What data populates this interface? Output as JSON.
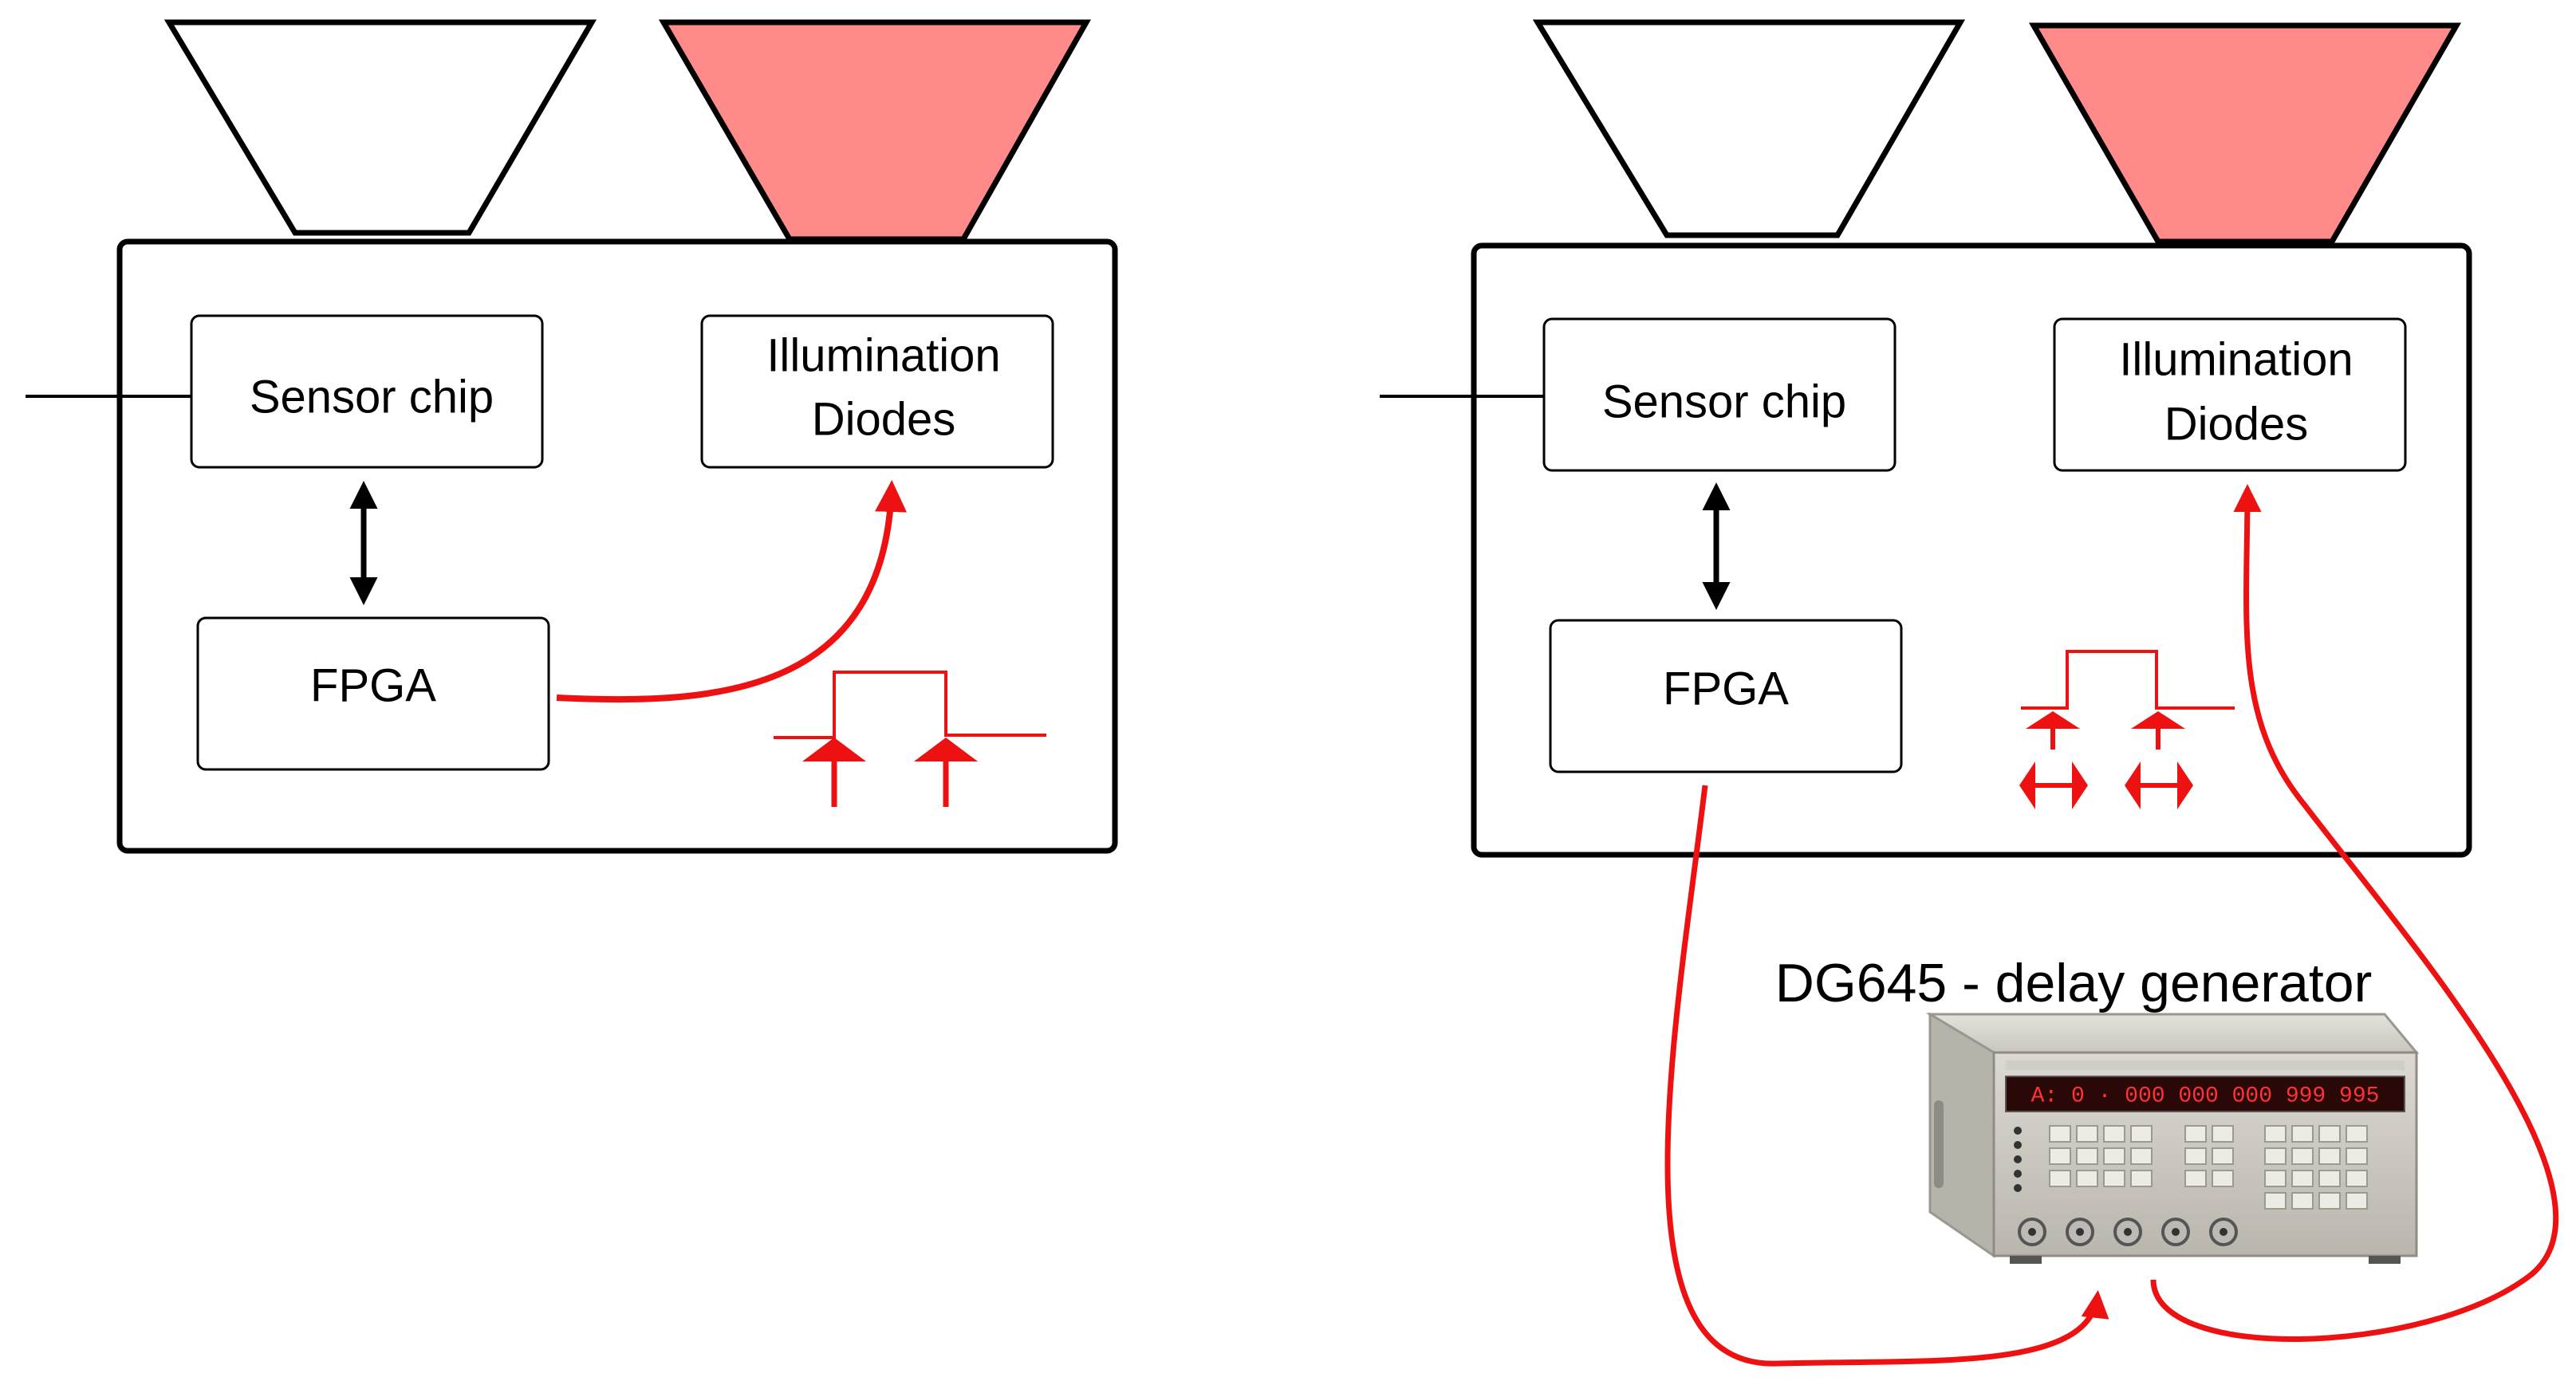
{
  "left_panel": {
    "sensor_label": "Sensor chip",
    "illum_line1": "Illumination",
    "illum_line2": "Diodes",
    "fpga_label": "FPGA"
  },
  "right_panel": {
    "sensor_label": "Sensor chip",
    "illum_line1": "Illumination",
    "illum_line2": "Diodes",
    "fpga_label": "FPGA",
    "device_title": "DG645 - delay generator",
    "display_readout": "A: 0 · 000 000 000 999 995"
  },
  "colors": {
    "signal": "#ee1111",
    "illumination_cone": "#ff8a8a",
    "outline": "#000000"
  }
}
